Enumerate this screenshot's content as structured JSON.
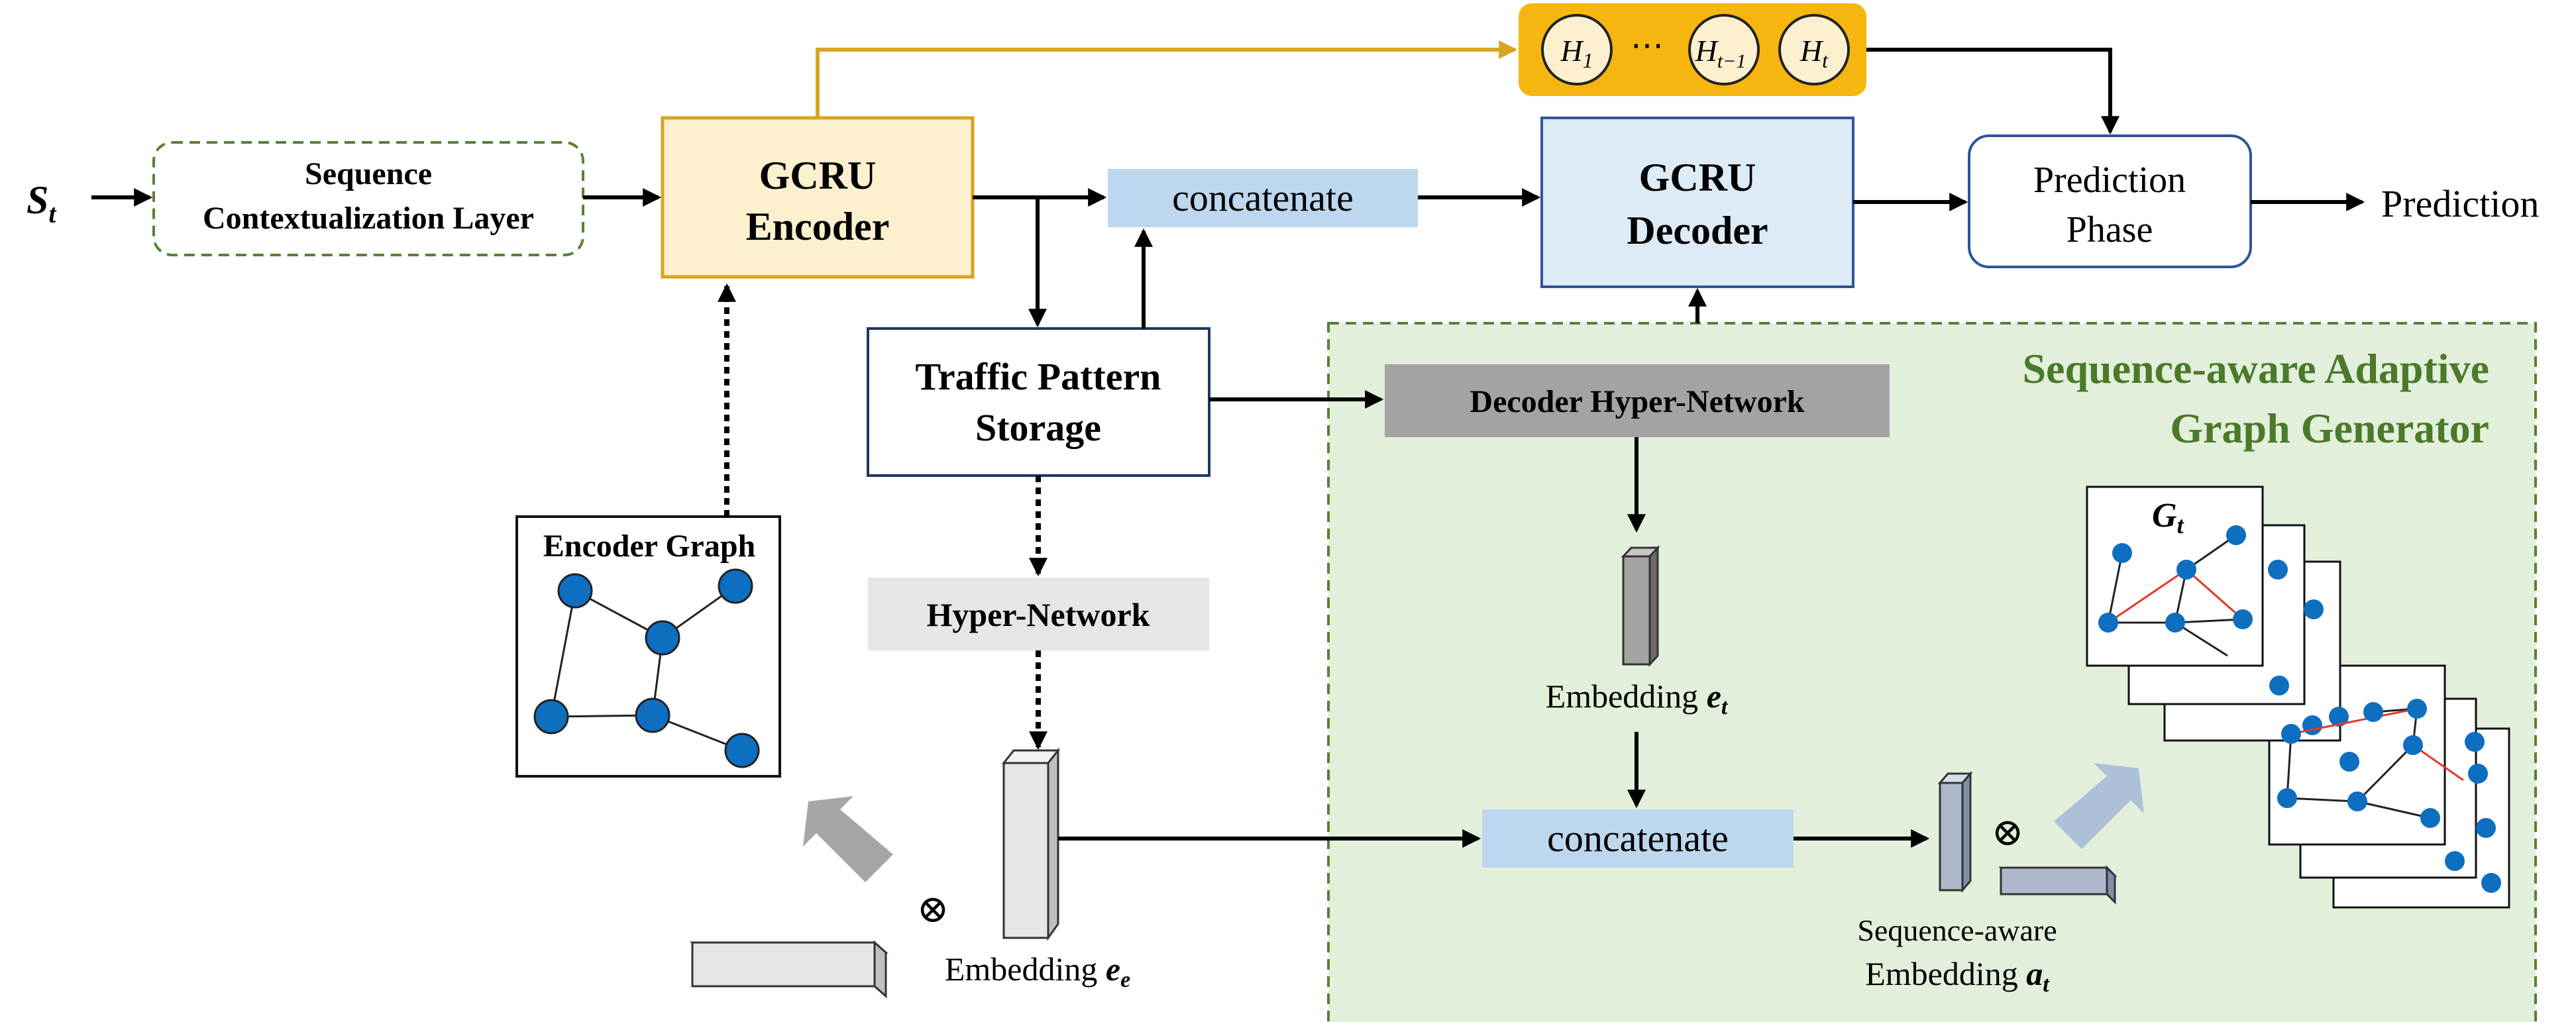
{
  "input_symbol": {
    "base": "S",
    "sub": "t"
  },
  "output_label": "Prediction",
  "boxes": {
    "sequence_layer": [
      "Sequence",
      "Contextualization Layer"
    ],
    "gcru_encoder": [
      "GCRU",
      "Encoder"
    ],
    "concat_top": "concatenate",
    "gcru_decoder": [
      "GCRU",
      "Decoder"
    ],
    "prediction_phase": [
      "Prediction",
      "Phase"
    ],
    "traffic_storage": [
      "Traffic Pattern",
      "Storage"
    ],
    "hyper_network": "Hyper-Network",
    "decoder_hyper": "Decoder Hyper-Network",
    "concat_bottom": "concatenate",
    "encoder_graph": "Encoder Graph",
    "generator_title": [
      "Sequence-aware Adaptive",
      "Graph Generator"
    ]
  },
  "hidden_states": [
    {
      "base": "H",
      "sub": "1"
    },
    {
      "base": "⋯",
      "sub": ""
    },
    {
      "base": "H",
      "sub": "t−1"
    },
    {
      "base": "H",
      "sub": "t"
    }
  ],
  "embeddings": {
    "et": {
      "prefix": "Embedding ",
      "sym": "e",
      "sub": "t"
    },
    "ee": {
      "prefix": "Embedding ",
      "sym": "e",
      "sub": "e"
    },
    "at": {
      "line1": "Sequence-aware",
      "prefix": "Embedding ",
      "sym": "a",
      "sub": "t"
    }
  },
  "graph_symbol": {
    "base": "G",
    "sub": "t"
  },
  "otimes": "⊗",
  "colors": {
    "encoder_fill": "#FCF0CF",
    "encoder_border": "#D9A521",
    "hidden_bar": "#F7B60F",
    "concat_fill": "#BDD7EE",
    "decoder_fill": "#DDEBF7",
    "decoder_border": "#2F5597",
    "generator_fill": "#E2EFDA",
    "generator_border": "#548235",
    "title_green": "#4A7A2A",
    "node_blue": "#0E6EC0",
    "edge_red": "#E0392B",
    "gray_box": "#A6A2A2",
    "light_gray_box": "#E6E6E6",
    "arrow_gray": "#A6A6A6",
    "arrow_blue_gray": "#AEC0D8"
  }
}
